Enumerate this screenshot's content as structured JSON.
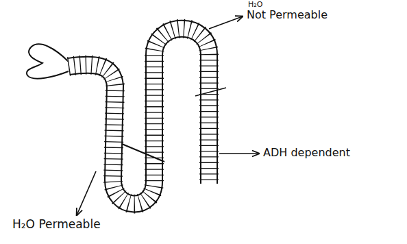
{
  "diagram": {
    "labels": [
      "H₂O",
      "Not Permeable",
      "ADH dependent",
      "H₂O Permeable"
    ]
  }
}
